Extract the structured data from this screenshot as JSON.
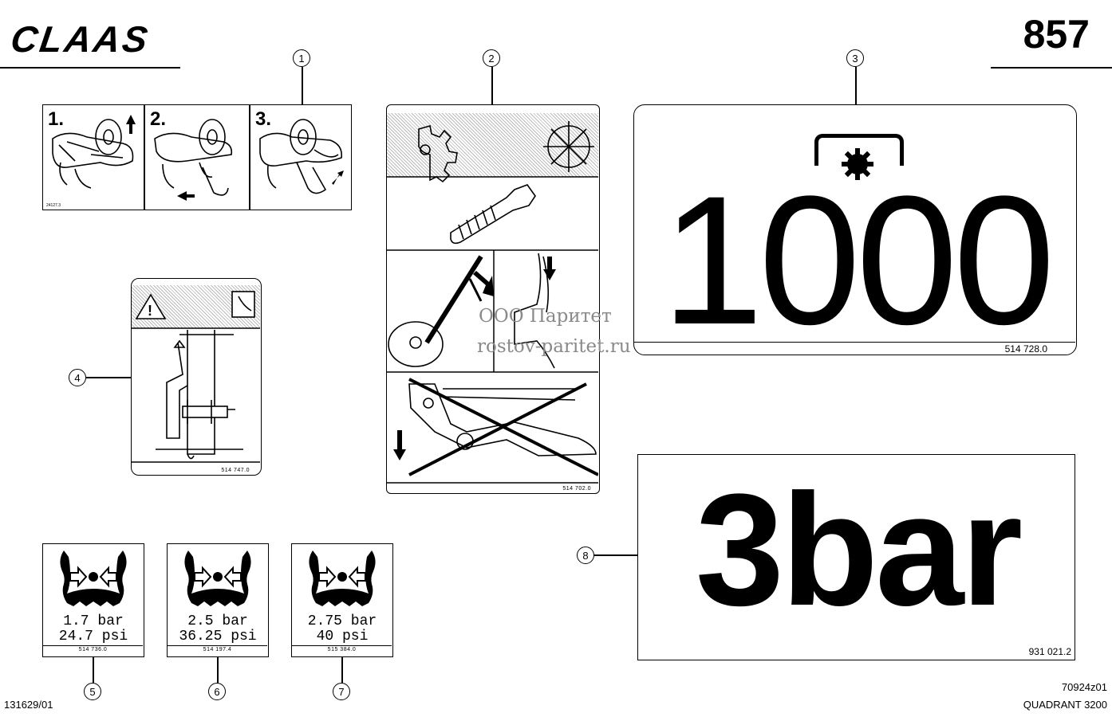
{
  "header": {
    "brand": "CLAAS",
    "page_number": "857"
  },
  "callouts": [
    "1",
    "2",
    "3",
    "4",
    "5",
    "6",
    "7",
    "8"
  ],
  "decal1": {
    "steps": [
      "1.",
      "2.",
      "3."
    ],
    "code": "24127.3"
  },
  "decal2": {
    "part_number": "514 702.0"
  },
  "decal3": {
    "value": "1000",
    "part_number": "514 728.0"
  },
  "decal4": {
    "part_number": "514 747.0"
  },
  "tyres": [
    {
      "bar": "1.7 bar",
      "psi": "24.7 psi",
      "part_number": "514 736.0"
    },
    {
      "bar": "2.5 bar",
      "psi": "36.25 psi",
      "part_number": "514 197.4"
    },
    {
      "bar": "2.75 bar",
      "psi": "40 psi",
      "part_number": "515 384.0"
    }
  ],
  "decal8": {
    "value": "3bar",
    "part_number": "931 021.2"
  },
  "watermark": {
    "line1": "ООО Паритет",
    "line2": "rostov-paritet.ru"
  },
  "footer": {
    "left_code": "131629/01",
    "right_code": "70924z01",
    "model": "QUADRANT 3200"
  }
}
